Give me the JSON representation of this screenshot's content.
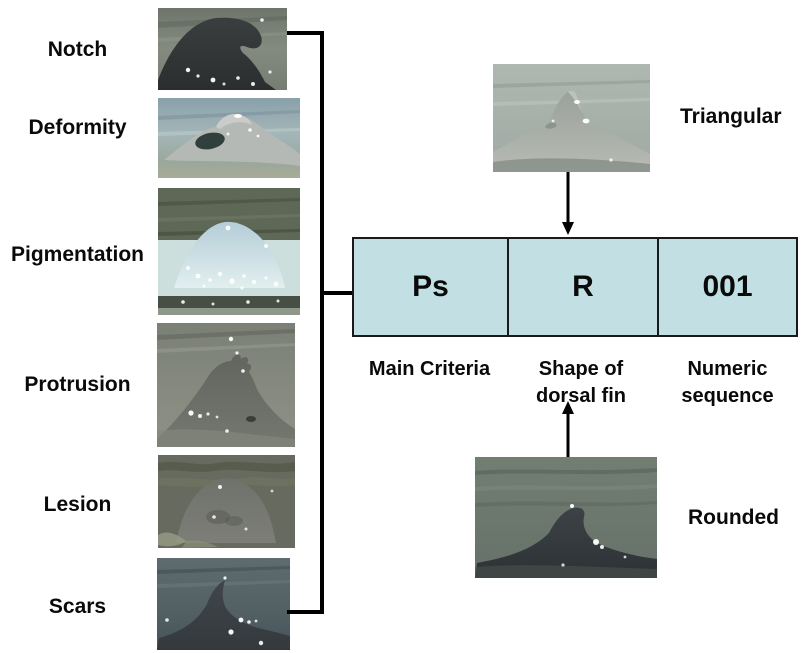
{
  "left_panel": {
    "items": [
      {
        "label": "Notch",
        "photo": "notch-dorsal-fin-photo"
      },
      {
        "label": "Deformity",
        "photo": "deformity-dorsal-fin-photo"
      },
      {
        "label": "Pigmentation",
        "photo": "pigmentation-dorsal-fin-photo"
      },
      {
        "label": "Protrusion",
        "photo": "protrusion-dorsal-fin-photo"
      },
      {
        "label": "Lesion",
        "photo": "lesion-dorsal-fin-photo"
      },
      {
        "label": "Scars",
        "photo": "scars-dorsal-fin-photo"
      }
    ]
  },
  "code_box": {
    "fill": "#c2e0e3",
    "border": "#1a1a1a",
    "cells": [
      {
        "code": "Ps",
        "caption_lines": [
          "Main Criteria"
        ]
      },
      {
        "code": "R",
        "caption_lines": [
          "Shape of",
          "dorsal fin"
        ]
      },
      {
        "code": "001",
        "caption_lines": [
          "Numeric",
          "sequence"
        ]
      }
    ]
  },
  "fin_shapes": {
    "top": {
      "label": "Triangular",
      "photo": "triangular-fin-photo"
    },
    "bottom": {
      "label": "Rounded",
      "photo": "rounded-fin-photo"
    }
  },
  "connector_color": "#000000"
}
